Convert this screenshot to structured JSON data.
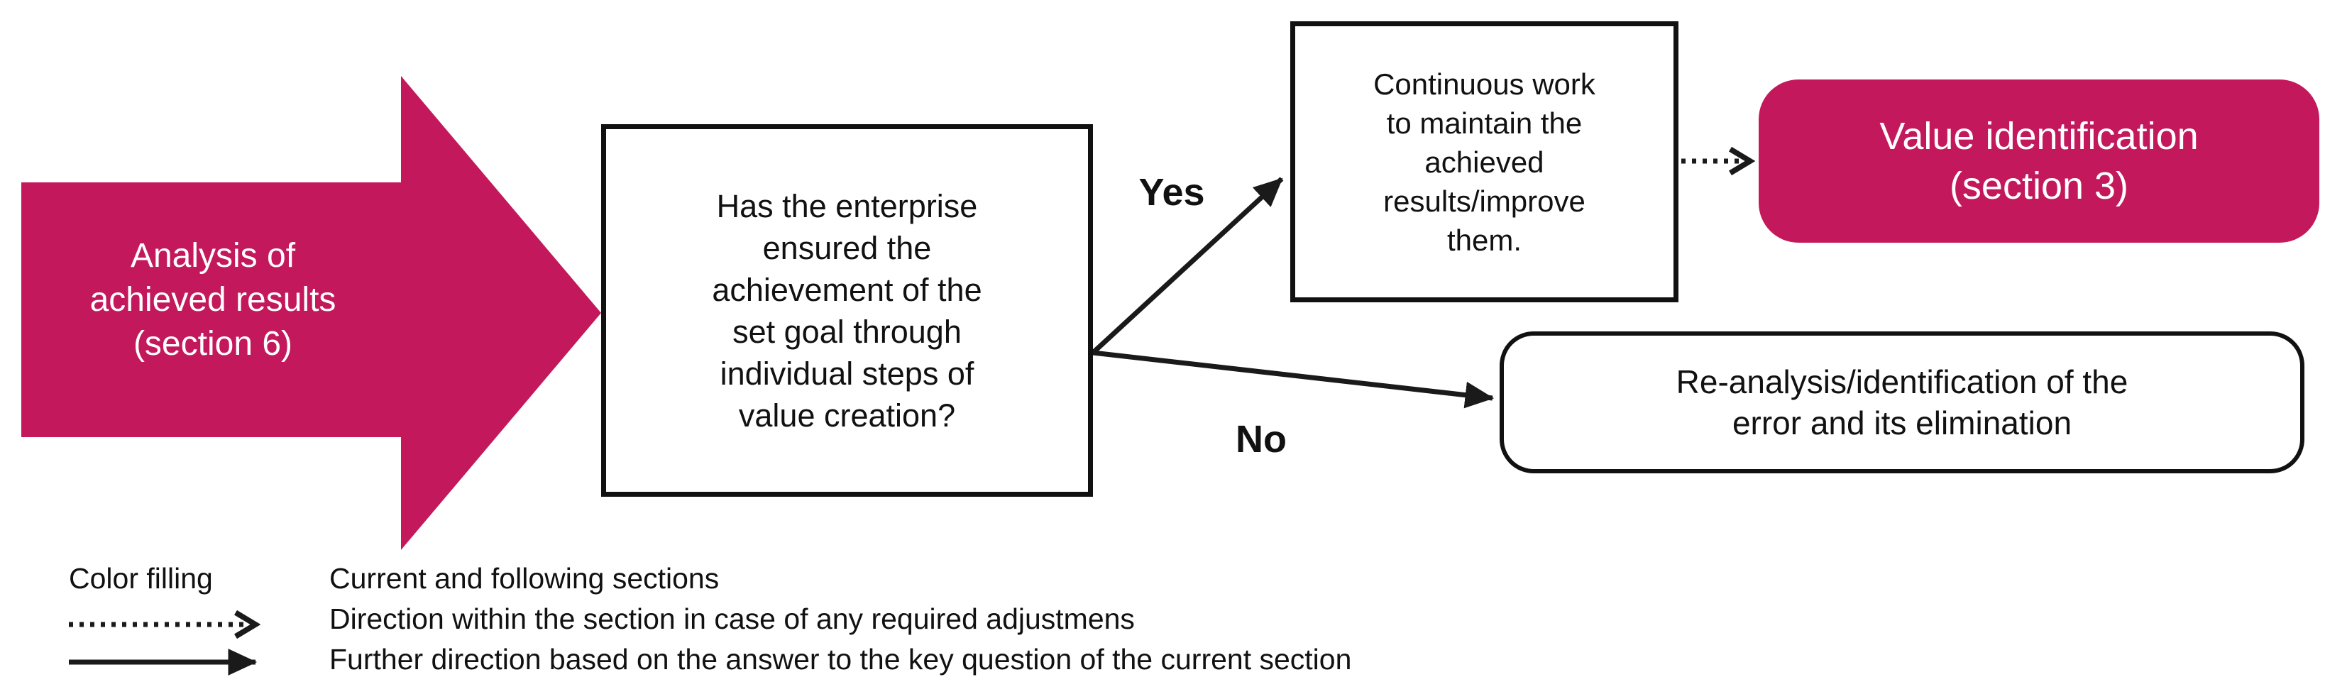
{
  "diagram": {
    "start_arrow": {
      "label": "Analysis of\nachieved results\n(section 6)"
    },
    "question_box": {
      "text": "Has the enterprise\nensured the\nachievement of the\nset goal through\nindividual steps of\nvalue creation?"
    },
    "yes_label": "Yes",
    "no_label": "No",
    "continuous_box": {
      "text": "Continuous work\nto maintain the\nachieved\nresults/improve\nthem."
    },
    "value_box": {
      "text": "Value identification\n(section 3)"
    },
    "reanalysis_box": {
      "text": "Re-analysis/identification of the\nerror and its elimination"
    }
  },
  "legend": {
    "color_filling": {
      "symbol_label": "Color filling",
      "description": "Current and  following sections"
    },
    "dotted_arrow": {
      "symbol": "dotted-arrow",
      "description": "Direction within the section in case of any required adjustmens"
    },
    "solid_arrow": {
      "symbol": "solid-arrow",
      "description": "Further direction based on the answer to the key question of the current section"
    }
  },
  "colors": {
    "accent_pink": "#C3195C",
    "ink": "#1A1A1A"
  }
}
